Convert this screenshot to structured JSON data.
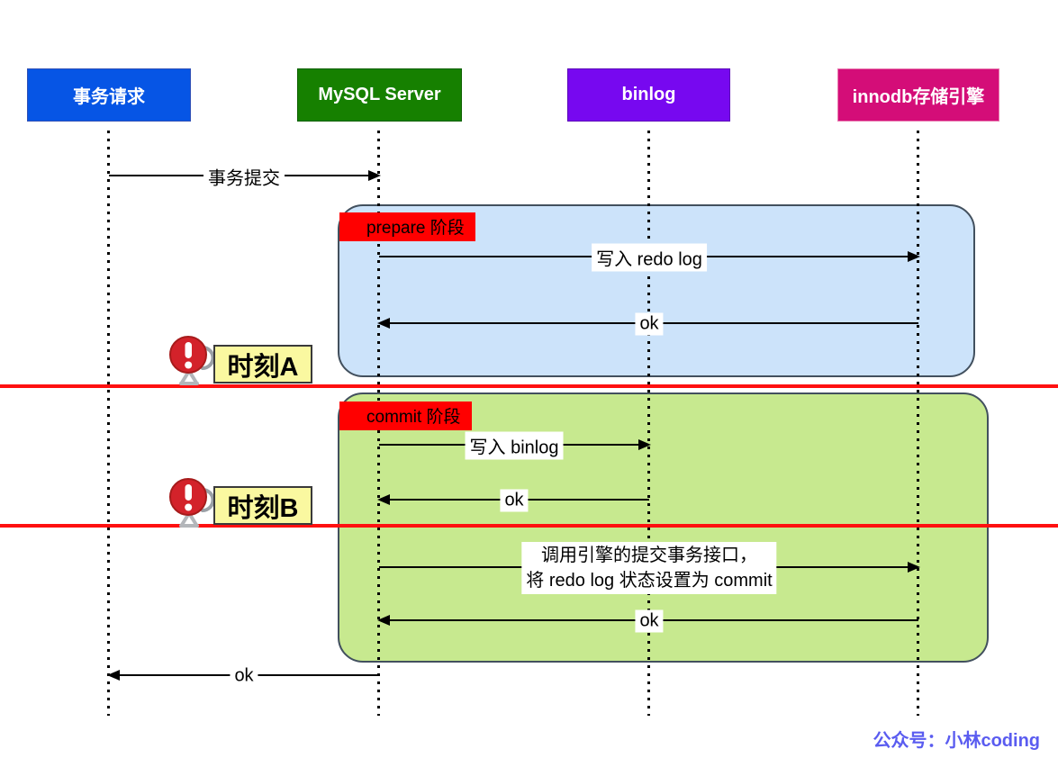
{
  "diagram_type": "sequence-diagram",
  "actors": [
    {
      "label": "事务请求",
      "color": "#0655E5"
    },
    {
      "label": "MySQL Server",
      "color": "#168000"
    },
    {
      "label": "binlog",
      "color": "#7708F0"
    },
    {
      "label": "innodb存储引擎",
      "color": "#D40D78"
    }
  ],
  "phases": [
    {
      "label": "prepare 阶段",
      "label_bg": "#FF0000",
      "container_bg": "#CCE3FA"
    },
    {
      "label": "commit 阶段",
      "label_bg": "#FF0000",
      "container_bg": "#C7E98F"
    }
  ],
  "messages": [
    {
      "label": "事务提交",
      "from": "事务请求",
      "to": "MySQL Server"
    },
    {
      "label": "写入 redo log",
      "from": "MySQL Server",
      "to": "innodb存储引擎"
    },
    {
      "label": "ok",
      "from": "innodb存储引擎",
      "to": "MySQL Server"
    },
    {
      "label": "写入 binlog",
      "from": "MySQL Server",
      "to": "binlog"
    },
    {
      "label": "ok",
      "from": "binlog",
      "to": "MySQL Server"
    },
    {
      "label": "调用引擎的提交事务接口，将 redo log 状态设置为 commit",
      "label_line1": "调用引擎的提交事务接口，",
      "label_line2": "将 redo log 状态设置为 commit",
      "from": "MySQL Server",
      "to": "innodb存储引擎"
    },
    {
      "label": "ok",
      "from": "innodb存储引擎",
      "to": "MySQL Server"
    },
    {
      "label": "ok",
      "from": "MySQL Server",
      "to": "事务请求"
    }
  ],
  "time_markers": [
    {
      "label": "时刻A",
      "line_color": "#FF1010",
      "badge_bg": "#FAF8A0"
    },
    {
      "label": "时刻B",
      "line_color": "#FF1010",
      "badge_bg": "#FAF8A0"
    }
  ],
  "watermark": {
    "text": "公众号：小林coding",
    "color": "#5A5CF0"
  }
}
